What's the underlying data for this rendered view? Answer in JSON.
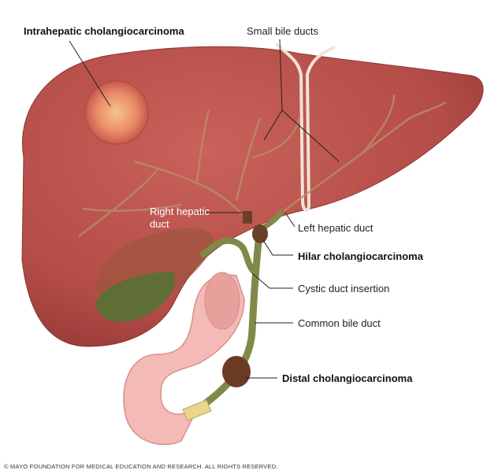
{
  "labels": {
    "intrahepatic": "Intrahepatic cholangiocarcinoma",
    "small_bile_ducts": "Small bile ducts",
    "right_hepatic_duct_line1": "Right hepatic",
    "right_hepatic_duct_line2": "duct",
    "left_hepatic_duct": "Left hepatic duct",
    "hilar": "Hilar cholangiocarcinoma",
    "cystic_duct_insertion": "Cystic duct insertion",
    "common_bile_duct": "Common bile duct",
    "distal": "Distal cholangiocarcinoma"
  },
  "copyright": "© MAYO FOUNDATION FOR MEDICAL EDUCATION AND RESEARCH. ALL RIGHTS RESERVED.",
  "colors": {
    "liver": "#b9524c",
    "liver_shade": "#9b3e3a",
    "gallbladder": "#5f6e34",
    "duct": "#7f8a4a",
    "duodenum": "#f2b7b4",
    "tumor": "#e8856a"
  }
}
